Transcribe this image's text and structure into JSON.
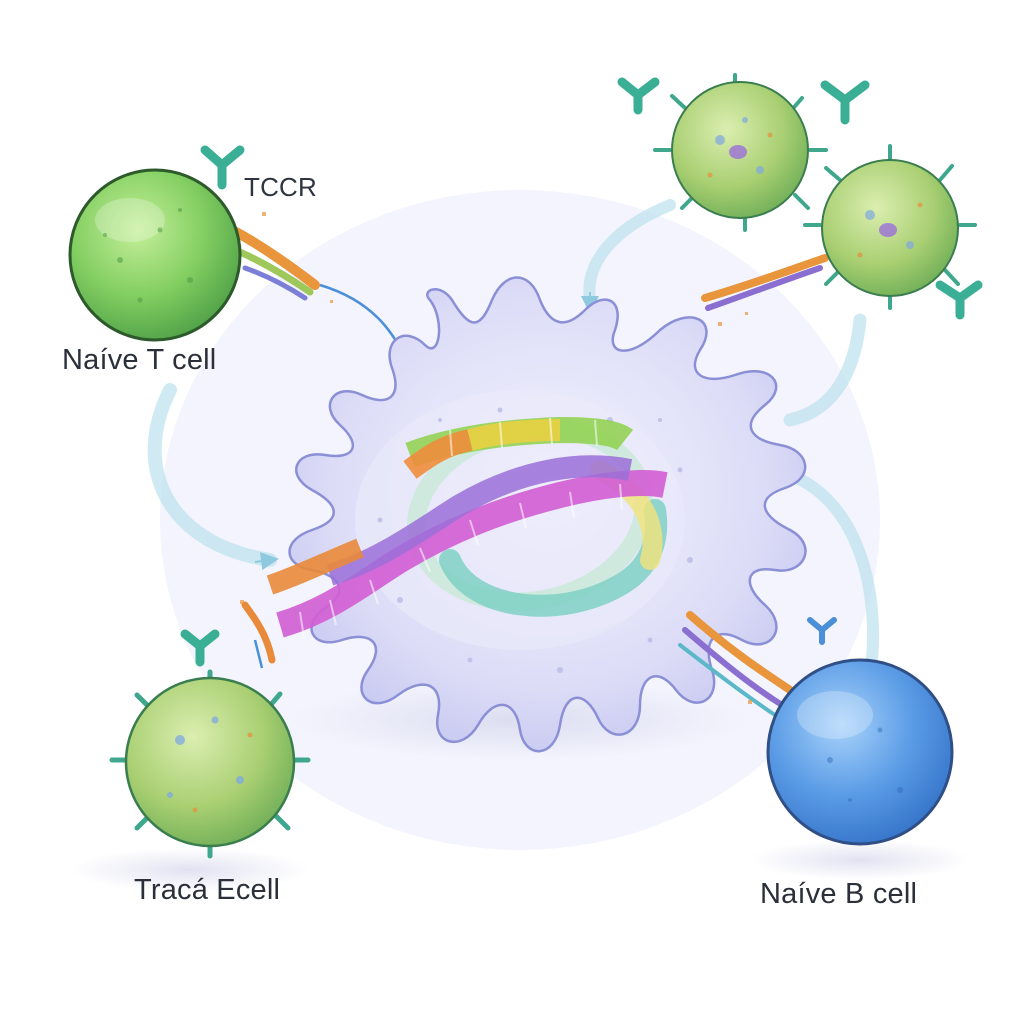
{
  "labels": {
    "naive_t_cell": "Naíve T cell",
    "tcr": "TCCR",
    "trac_cell": "Tracá Ecell",
    "naive_b_cell": "Naíve B cell"
  },
  "colors": {
    "dendritic_cell": "#d9dbf6",
    "dendritic_outline": "#8b8fd6",
    "t_cell": "#7fce5a",
    "b_cell": "#5b9ce6",
    "virus": "#a9cf72",
    "virus_spike": "#3fa78d",
    "arrow": "#a8d8e8",
    "antibody": "#3aaf95"
  }
}
